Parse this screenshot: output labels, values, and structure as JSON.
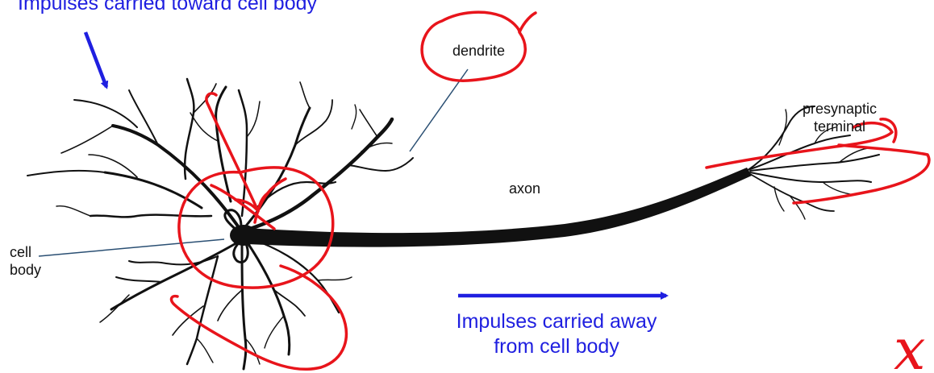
{
  "labels": {
    "impulses_toward": "Impulses carried toward cell body",
    "impulses_away_line1": "Impulses carried away",
    "impulses_away_line2": "from cell body",
    "dendrite": "dendrite",
    "presynaptic_line1": "presynaptic",
    "presynaptic_line2": "terminal",
    "axon": "axon",
    "cell_line1": "cell",
    "cell_line2": "body"
  },
  "annotations": {
    "handwritten_mark": "x"
  },
  "colors": {
    "neuron": "#111111",
    "arrow": "#1f1fe0",
    "annotation": "#e8141b",
    "leader_line": "#2a4f73"
  }
}
